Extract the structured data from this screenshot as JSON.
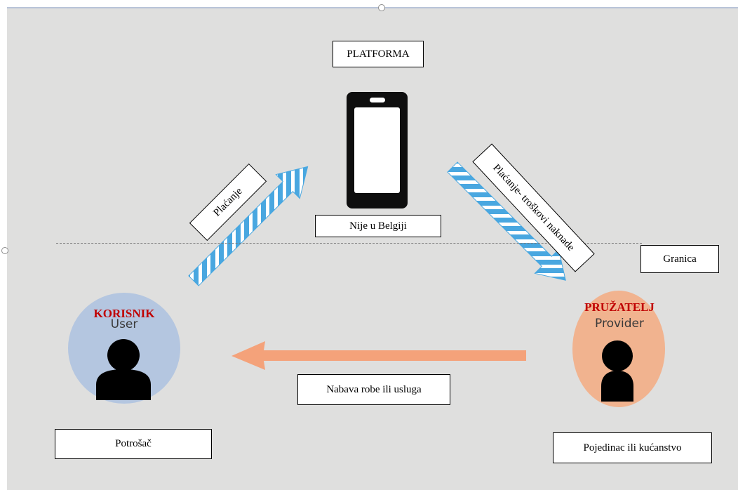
{
  "platform": {
    "title": "PLATFORMA",
    "location": "Nije u Belgiji"
  },
  "boundary": {
    "label": "Granica"
  },
  "flows": {
    "payment_to_platform": "Plaćanje",
    "payment_to_provider": "Plaćanje- troškovi naknade",
    "goods_services": "Nabava robe ili usluga"
  },
  "user": {
    "label_hr": "KORISNIK",
    "label_en": "User",
    "type": "Potrošač"
  },
  "provider": {
    "label_hr": "PRUŽATELJ",
    "label_en": "Provider",
    "type": "Pojedinac ili kućanstvo"
  },
  "colors": {
    "background": "#dfdfde",
    "user_circle": "#b4c6e0",
    "provider_circle": "#f1b38f",
    "payment_arrow": "#49a7e0",
    "goods_arrow": "#f4a27a",
    "role_label": "#c00000"
  },
  "icons": {
    "platform": "smartphone-icon",
    "user": "person-icon",
    "provider": "person-icon"
  }
}
